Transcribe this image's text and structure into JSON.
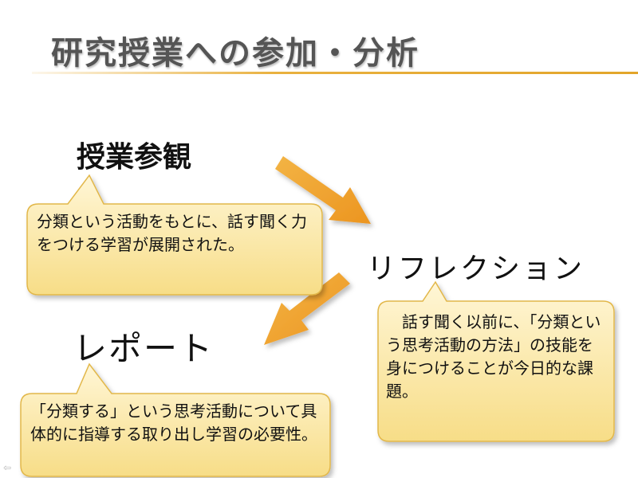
{
  "slide": {
    "title": "研究授業への参加・分析"
  },
  "steps": {
    "observe": {
      "heading": "授業参観",
      "note": "分類という活動をもとに、話す聞く力をつける学習が展開された。"
    },
    "reflect": {
      "heading": "リフレクション",
      "note": "話す聞く以前に、「分類という思考活動の方法」の技能を身につけることが今日的な課題。"
    },
    "report": {
      "heading": "レポート",
      "note": "「分類する」という思考活動について具体的に指導する取り出し学習の必要性。"
    }
  },
  "colors": {
    "accent_orange": "#f0a431",
    "bubble_fill_top": "#fff6d6",
    "bubble_fill_bottom": "#f7dd87",
    "bubble_border": "#e2b74a"
  },
  "icons": {
    "corner": "speaker-icon"
  }
}
